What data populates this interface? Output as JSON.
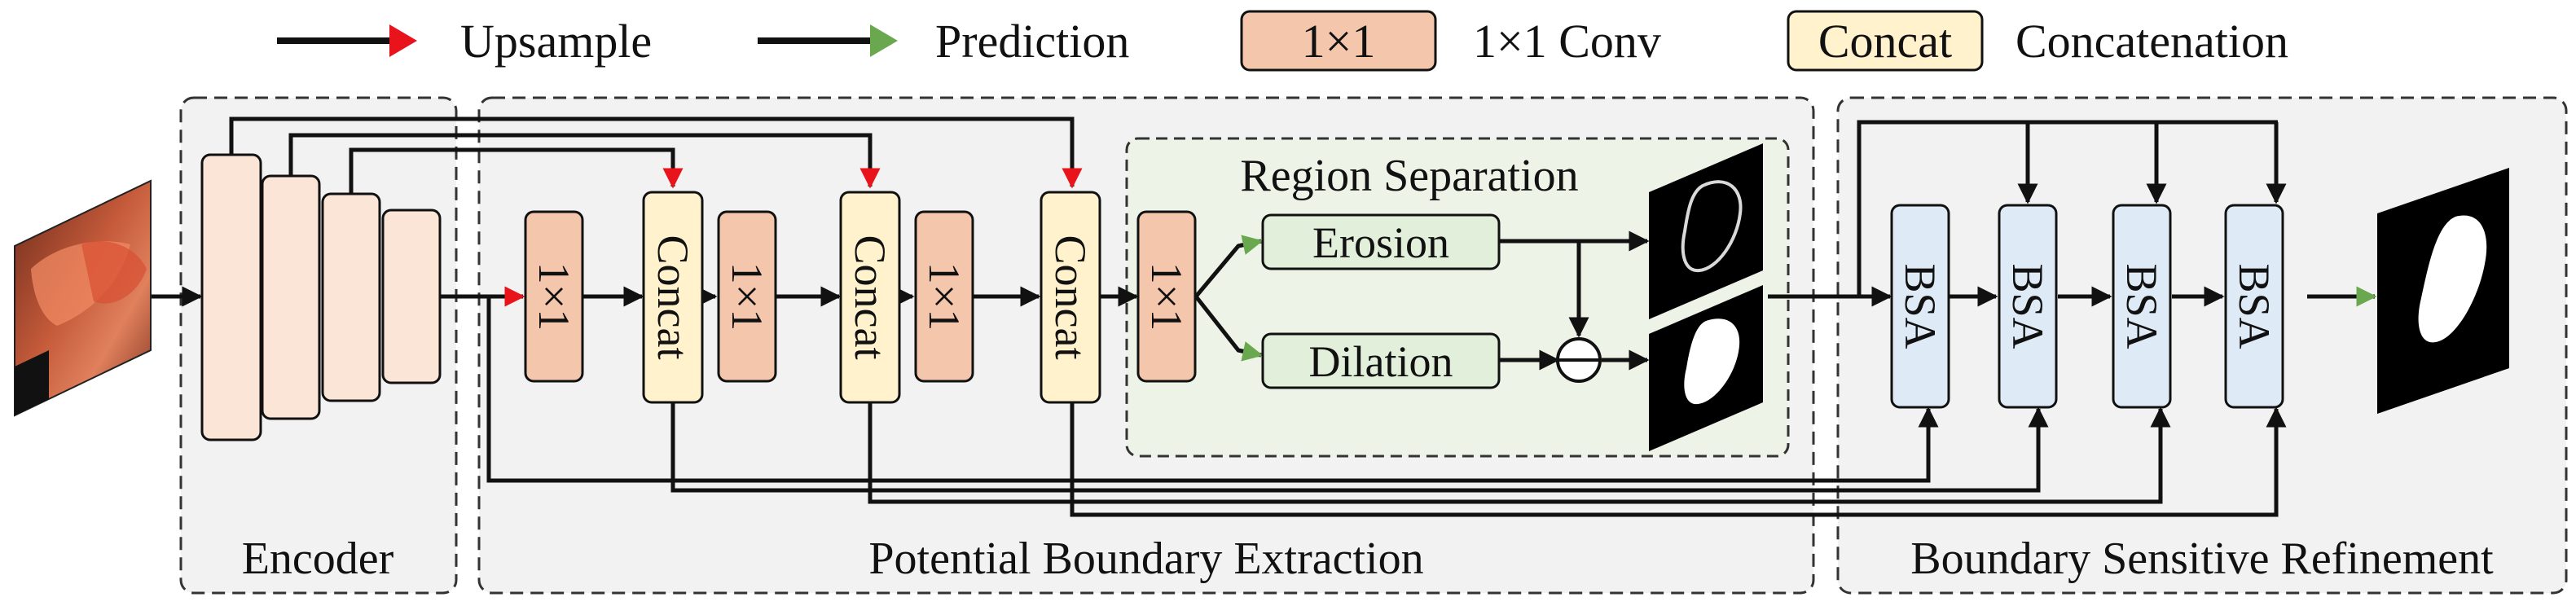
{
  "legend": {
    "upsample": "Upsample",
    "prediction": "Prediction",
    "conv_box": "1×1",
    "conv_label": "1×1 Conv",
    "concat_box": "Concat",
    "concat_label": "Concatenation"
  },
  "sections": {
    "encoder": "Encoder",
    "pbe": "Potential Boundary Extraction",
    "region": "Region Separation",
    "bsr": "Boundary Sensitive Refinement"
  },
  "blocks": {
    "conv": "1×1",
    "concat": "Concat",
    "erosion": "Erosion",
    "dilation": "Dilation",
    "bsa": "BSA"
  },
  "colors": {
    "upsample_arrow": "#e8131b",
    "prediction_arrow": "#6aa84f",
    "conv_fill": "#f4c7ac",
    "concat_fill": "#fff2cc",
    "encoder_fill": "#fbe5d6",
    "bsa_fill": "#deebf7",
    "op_fill": "#e2efda",
    "region_bg": "#edf3e6",
    "section_bg": "#f2f2f2"
  }
}
